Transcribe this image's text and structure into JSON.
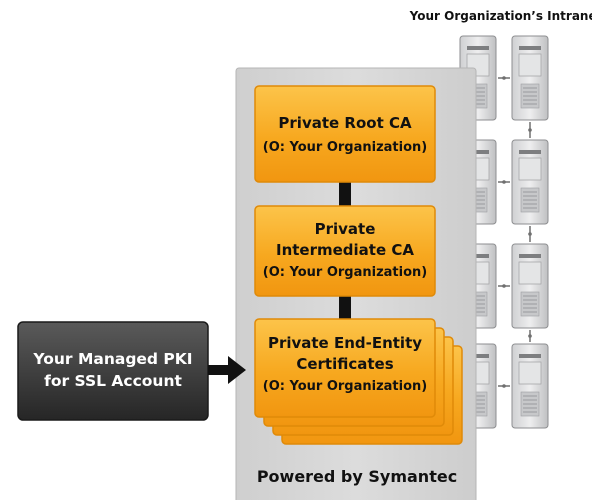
{
  "intranet": {
    "title": "Your Organization’s Intranet"
  },
  "account": {
    "line1": "Your Managed PKI",
    "line2": "for SSL Account"
  },
  "root_ca": {
    "line1": "Private Root CA",
    "line2": "(O: Your Organization)"
  },
  "intermediate_ca": {
    "line1": "Private",
    "line2": "Intermediate CA",
    "line3": "(O: Your Organization)"
  },
  "end_entity": {
    "line1": "Private End-Entity",
    "line2": "Certificates",
    "line3": "(O: Your Organization)"
  },
  "footer": {
    "powered_by": "Powered by Symantec"
  },
  "colors": {
    "box_orange": "#f6a21a",
    "box_orange_light": "#fcc248",
    "panel_gray": "#d4d4d4",
    "dark_box": "#3c3c3c",
    "connector": "#111111"
  }
}
